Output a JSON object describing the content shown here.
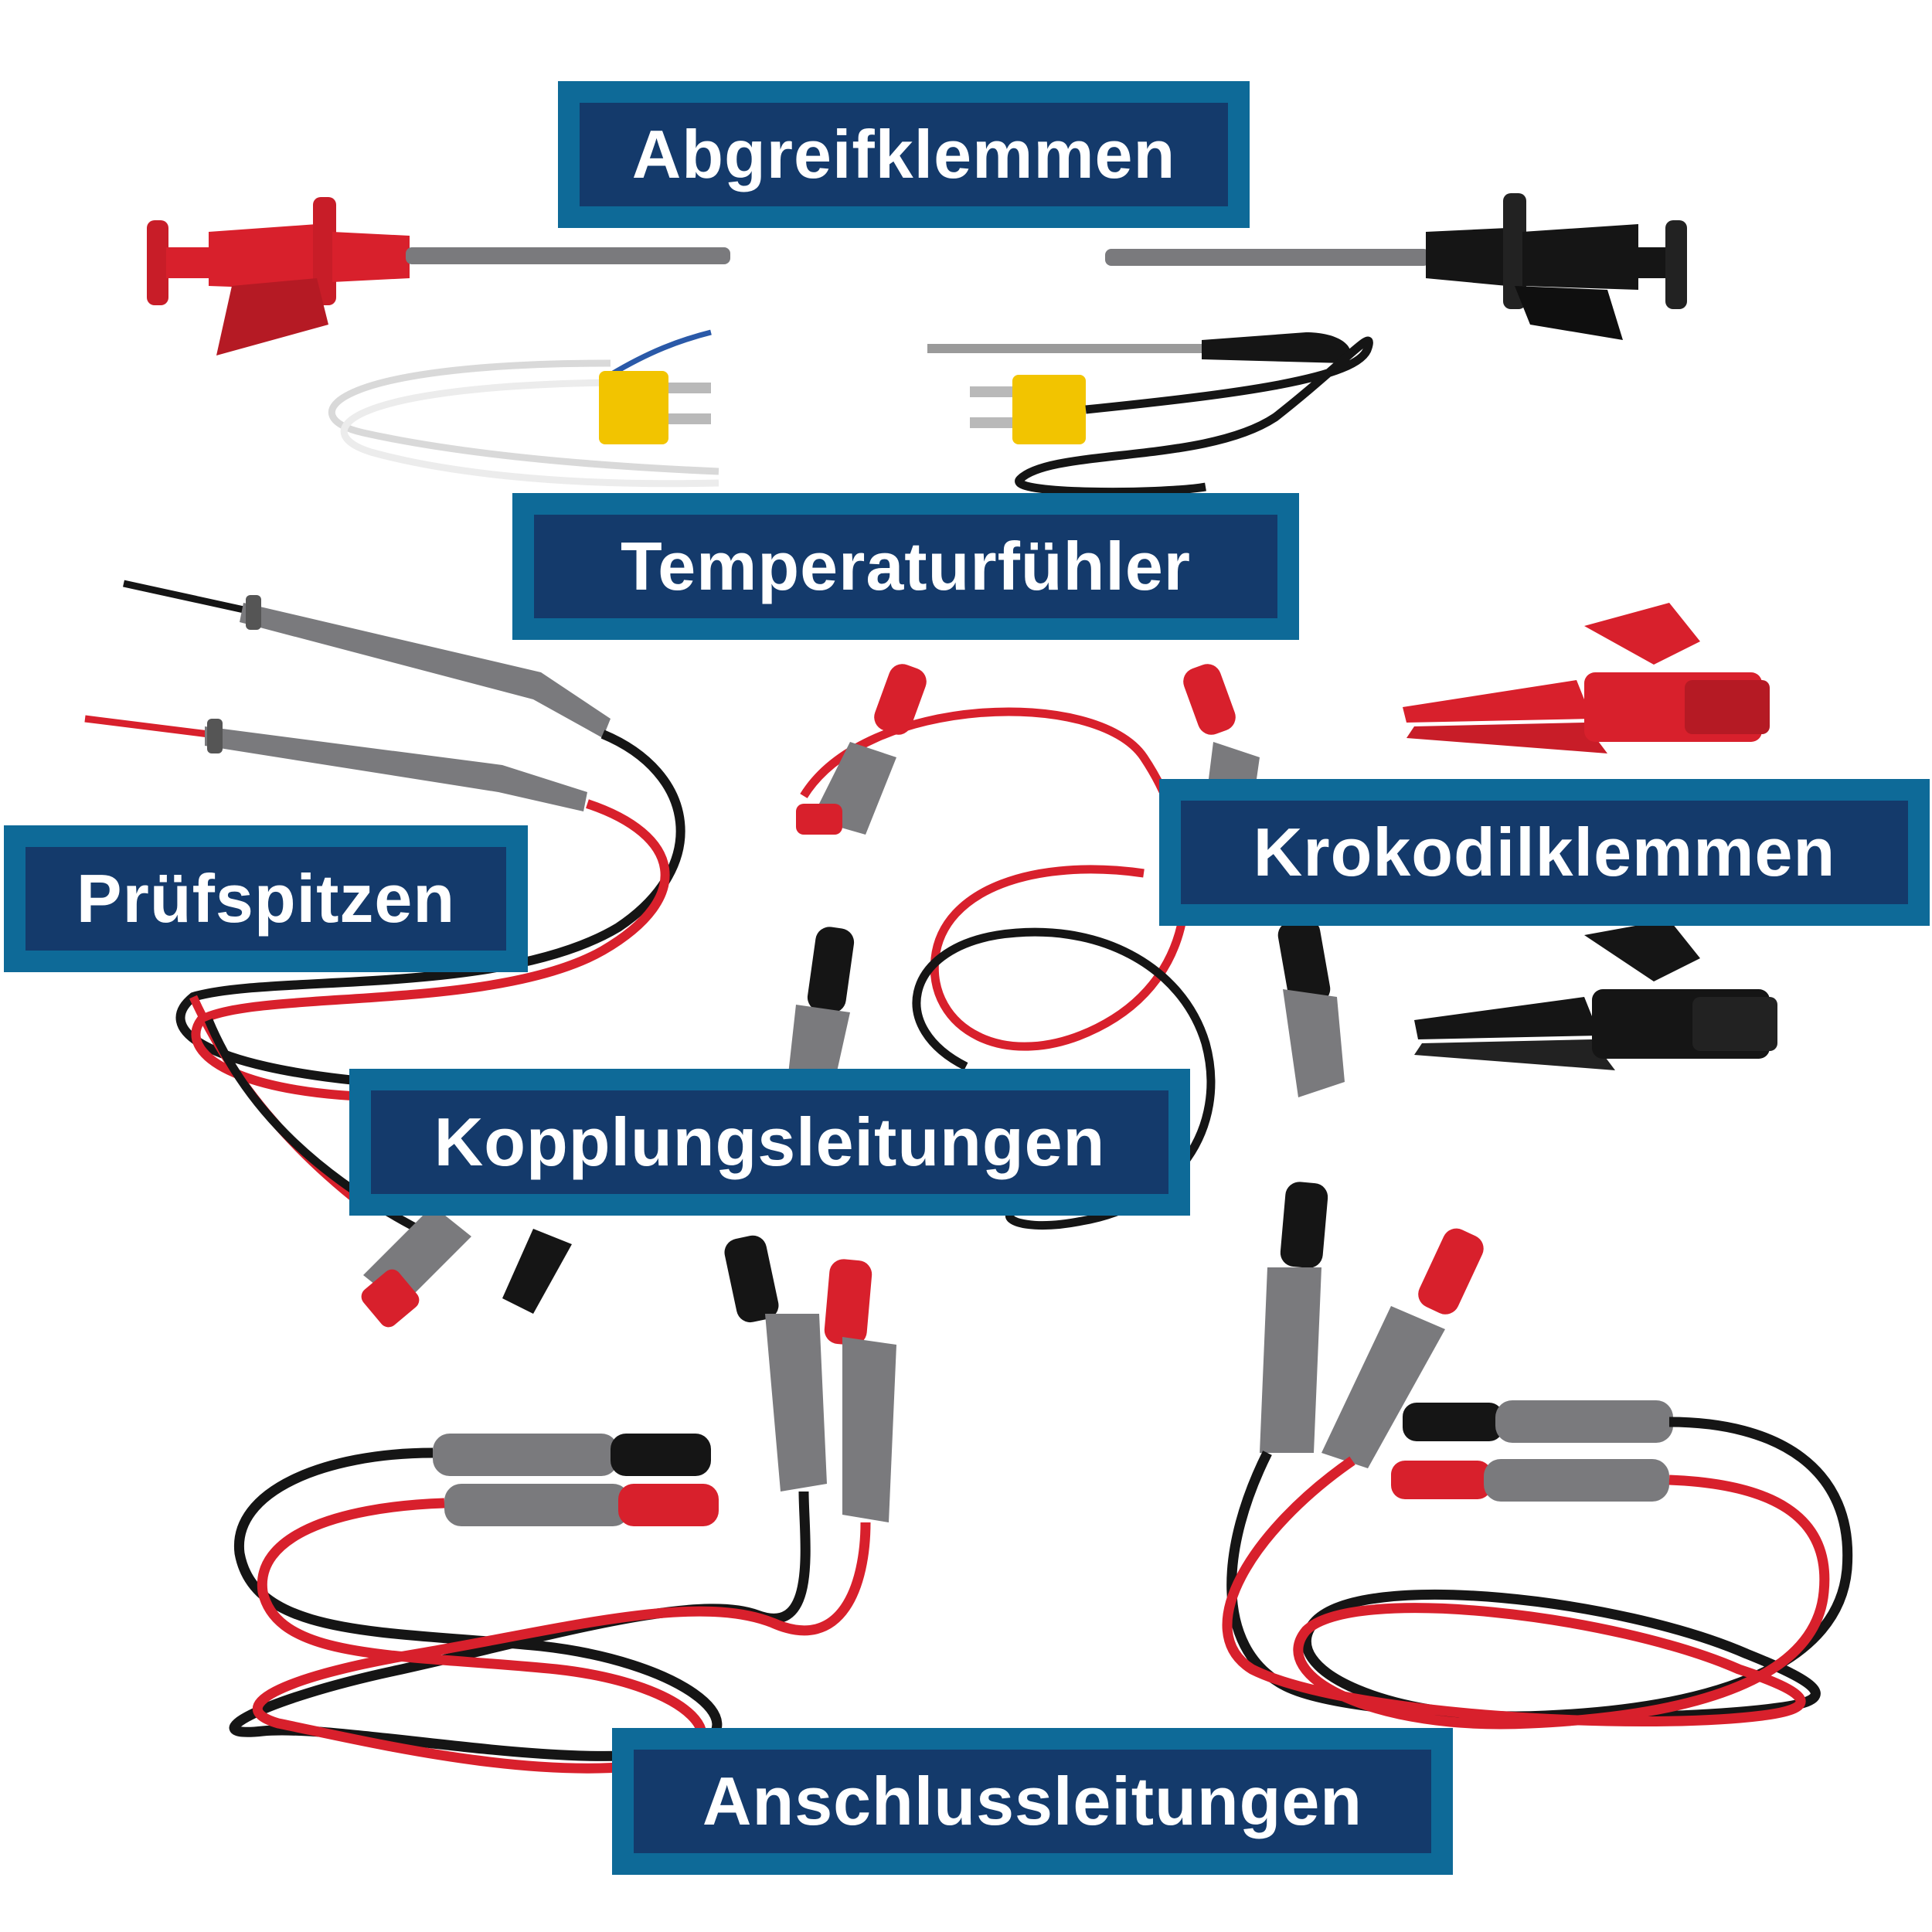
{
  "labels": {
    "abgreifklemmen": "Abgreifklemmen",
    "temperaturfuehler": "Temperaturfühler",
    "pruefspitzen": "Prüfspitzen",
    "krokodilklemmen": "Krokodilklemmen",
    "kopplungsleitungen": "Kopplungsleitungen",
    "anschlussleitungen": "Anschlussleitungen"
  },
  "colors": {
    "label_border": "#0e6a98",
    "label_fill": "#143a6b",
    "label_text": "#ffffff",
    "red": "#d8202c",
    "black": "#151515",
    "grey": "#7a7a7d",
    "yellow": "#f2c400"
  }
}
